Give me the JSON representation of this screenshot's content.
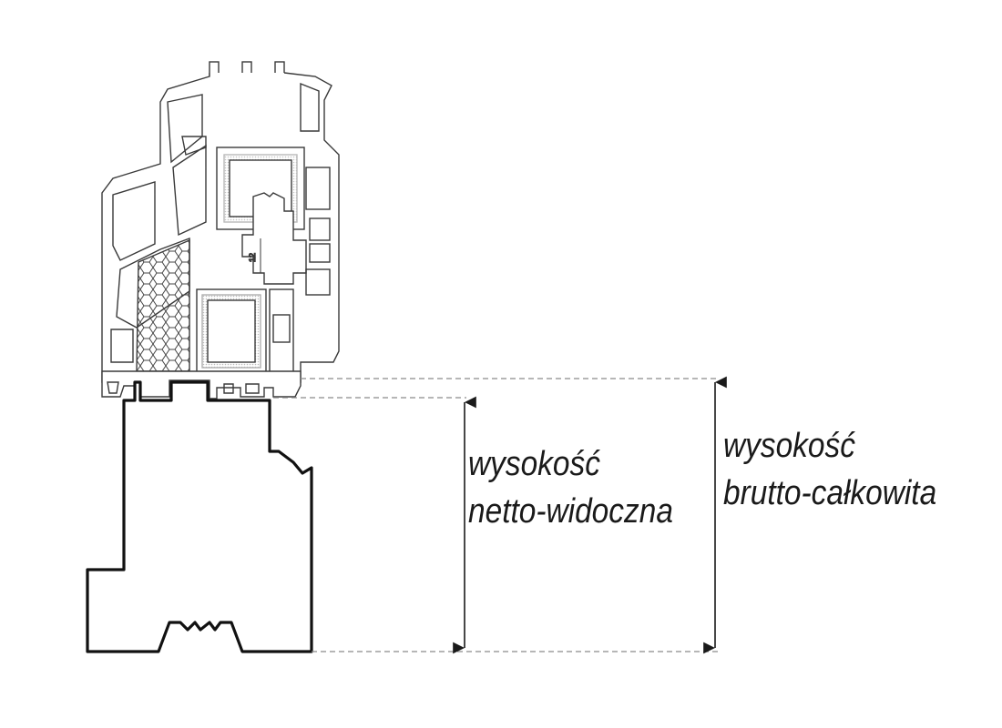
{
  "labels": {
    "net_line1": "wysokość",
    "net_line2": "netto-widoczna",
    "gross_line1": "wysokość",
    "gross_line2": "brutto-całkowita",
    "profile_dim": "12"
  },
  "colors": {
    "line": "#1a1a1a",
    "profile": "#3a3a3a",
    "seal": "#e8321c",
    "dash": "#8a8a8a"
  }
}
